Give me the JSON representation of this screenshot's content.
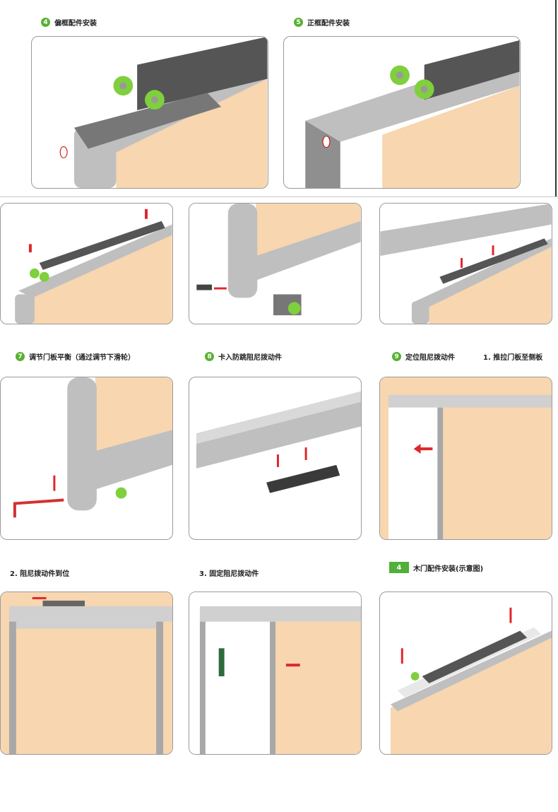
{
  "colors": {
    "wood": "#f7d6b0",
    "frame": "#bfbfbf",
    "frame_dark": "#8f8f8f",
    "rail": "#555555",
    "wheel": "#7fd03c",
    "arrow": "#e0262c",
    "badge": "#5ab033"
  },
  "steps": [
    {
      "num": "4",
      "label": "偏框配件安装"
    },
    {
      "num": "5",
      "label": "正框配件安装"
    },
    {
      "num": "7",
      "label": "调节门板平衡（通过调节下滑轮）"
    },
    {
      "num": "8",
      "label": "卡入防跳阻尼拨动件"
    },
    {
      "num": "9",
      "label": "定位阻尼拨动件"
    }
  ],
  "substeps": [
    {
      "label": "1. 推拉门板至侧板"
    },
    {
      "label": "2. 阻尼拨动件到位"
    },
    {
      "label": "3. 固定阻尼拨动件"
    }
  ],
  "wood_section": {
    "num": "4",
    "label": "木门配件安装(示意图)"
  }
}
